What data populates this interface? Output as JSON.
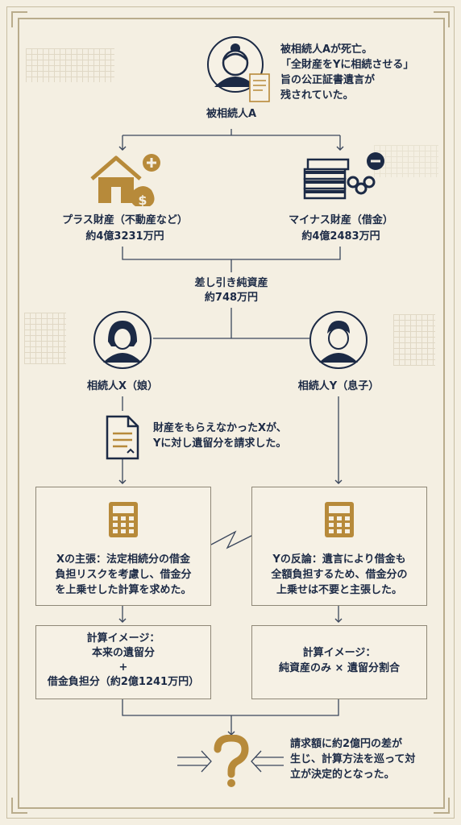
{
  "decedent": {
    "label": "被相続人A",
    "note": [
      "被相続人Aが死亡。",
      "「全財産をYに相続させる」",
      "旨の公正証書遺言が",
      "残されていた。"
    ]
  },
  "plus": {
    "title": "プラス財産（不動産など）",
    "amount": "約4億3231万円"
  },
  "minus": {
    "title": "マイナス財産（借金）",
    "amount": "約4億2483万円"
  },
  "net": {
    "title": "差し引き純資産",
    "amount": "約748万円"
  },
  "heirX": {
    "label": "相続人X（娘）"
  },
  "heirY": {
    "label": "相続人Y（息子）"
  },
  "claim": {
    "lines": [
      "財産をもらえなかったXが、",
      "Yに対し遺留分を請求した。"
    ]
  },
  "xArg": {
    "lines": [
      "Xの主張：法定相続分の借金",
      "負担リスクを考慮し、借金分",
      "を上乗せした計算を求めた。"
    ]
  },
  "yArg": {
    "lines": [
      "Yの反論：遺言により借金も",
      "全額負担するため、借金分の",
      "上乗せは不要と主張した。"
    ]
  },
  "xCalc": {
    "lines": [
      "計算イメージ：",
      "本来の遺留分",
      "+",
      "借金負担分（約2億1241万円）"
    ]
  },
  "yCalc": {
    "lines": [
      "計算イメージ：",
      "純資産のみ × 遺留分割合"
    ]
  },
  "result": {
    "lines": [
      "請求額に約2億円の差が",
      "生じ、計算方法を巡って対",
      "立が決定的となった。"
    ]
  },
  "colors": {
    "navy": "#1c2a45",
    "gold": "#b78a3a",
    "line": "#3a465c",
    "bg": "#f4efe2"
  }
}
